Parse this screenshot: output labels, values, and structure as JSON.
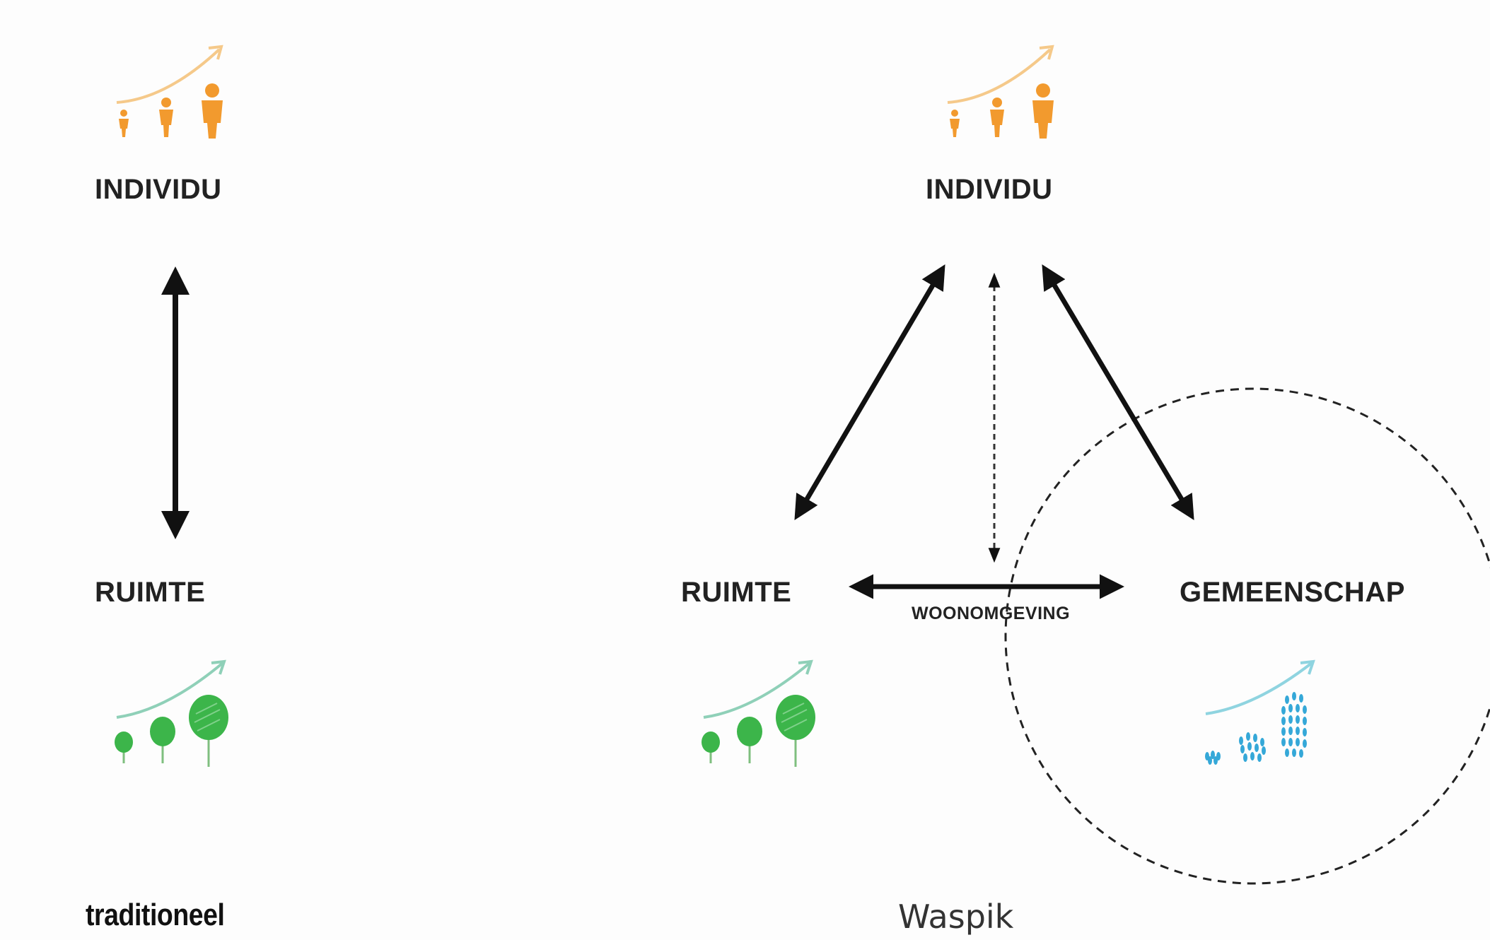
{
  "colors": {
    "people": "#f29a2e",
    "trees": "#3cb54a",
    "community": "#35a8d8",
    "arrow": "#111111"
  },
  "left": {
    "individu": "INDIVIDU",
    "ruimte": "RUIMTE",
    "caption": "traditioneel"
  },
  "right": {
    "individu": "INDIVIDU",
    "ruimte": "RUIMTE",
    "gemeenschap": "GEMEENSCHAP",
    "woonomgeving": "WOONOMGEVING",
    "caption": "Waspik"
  }
}
